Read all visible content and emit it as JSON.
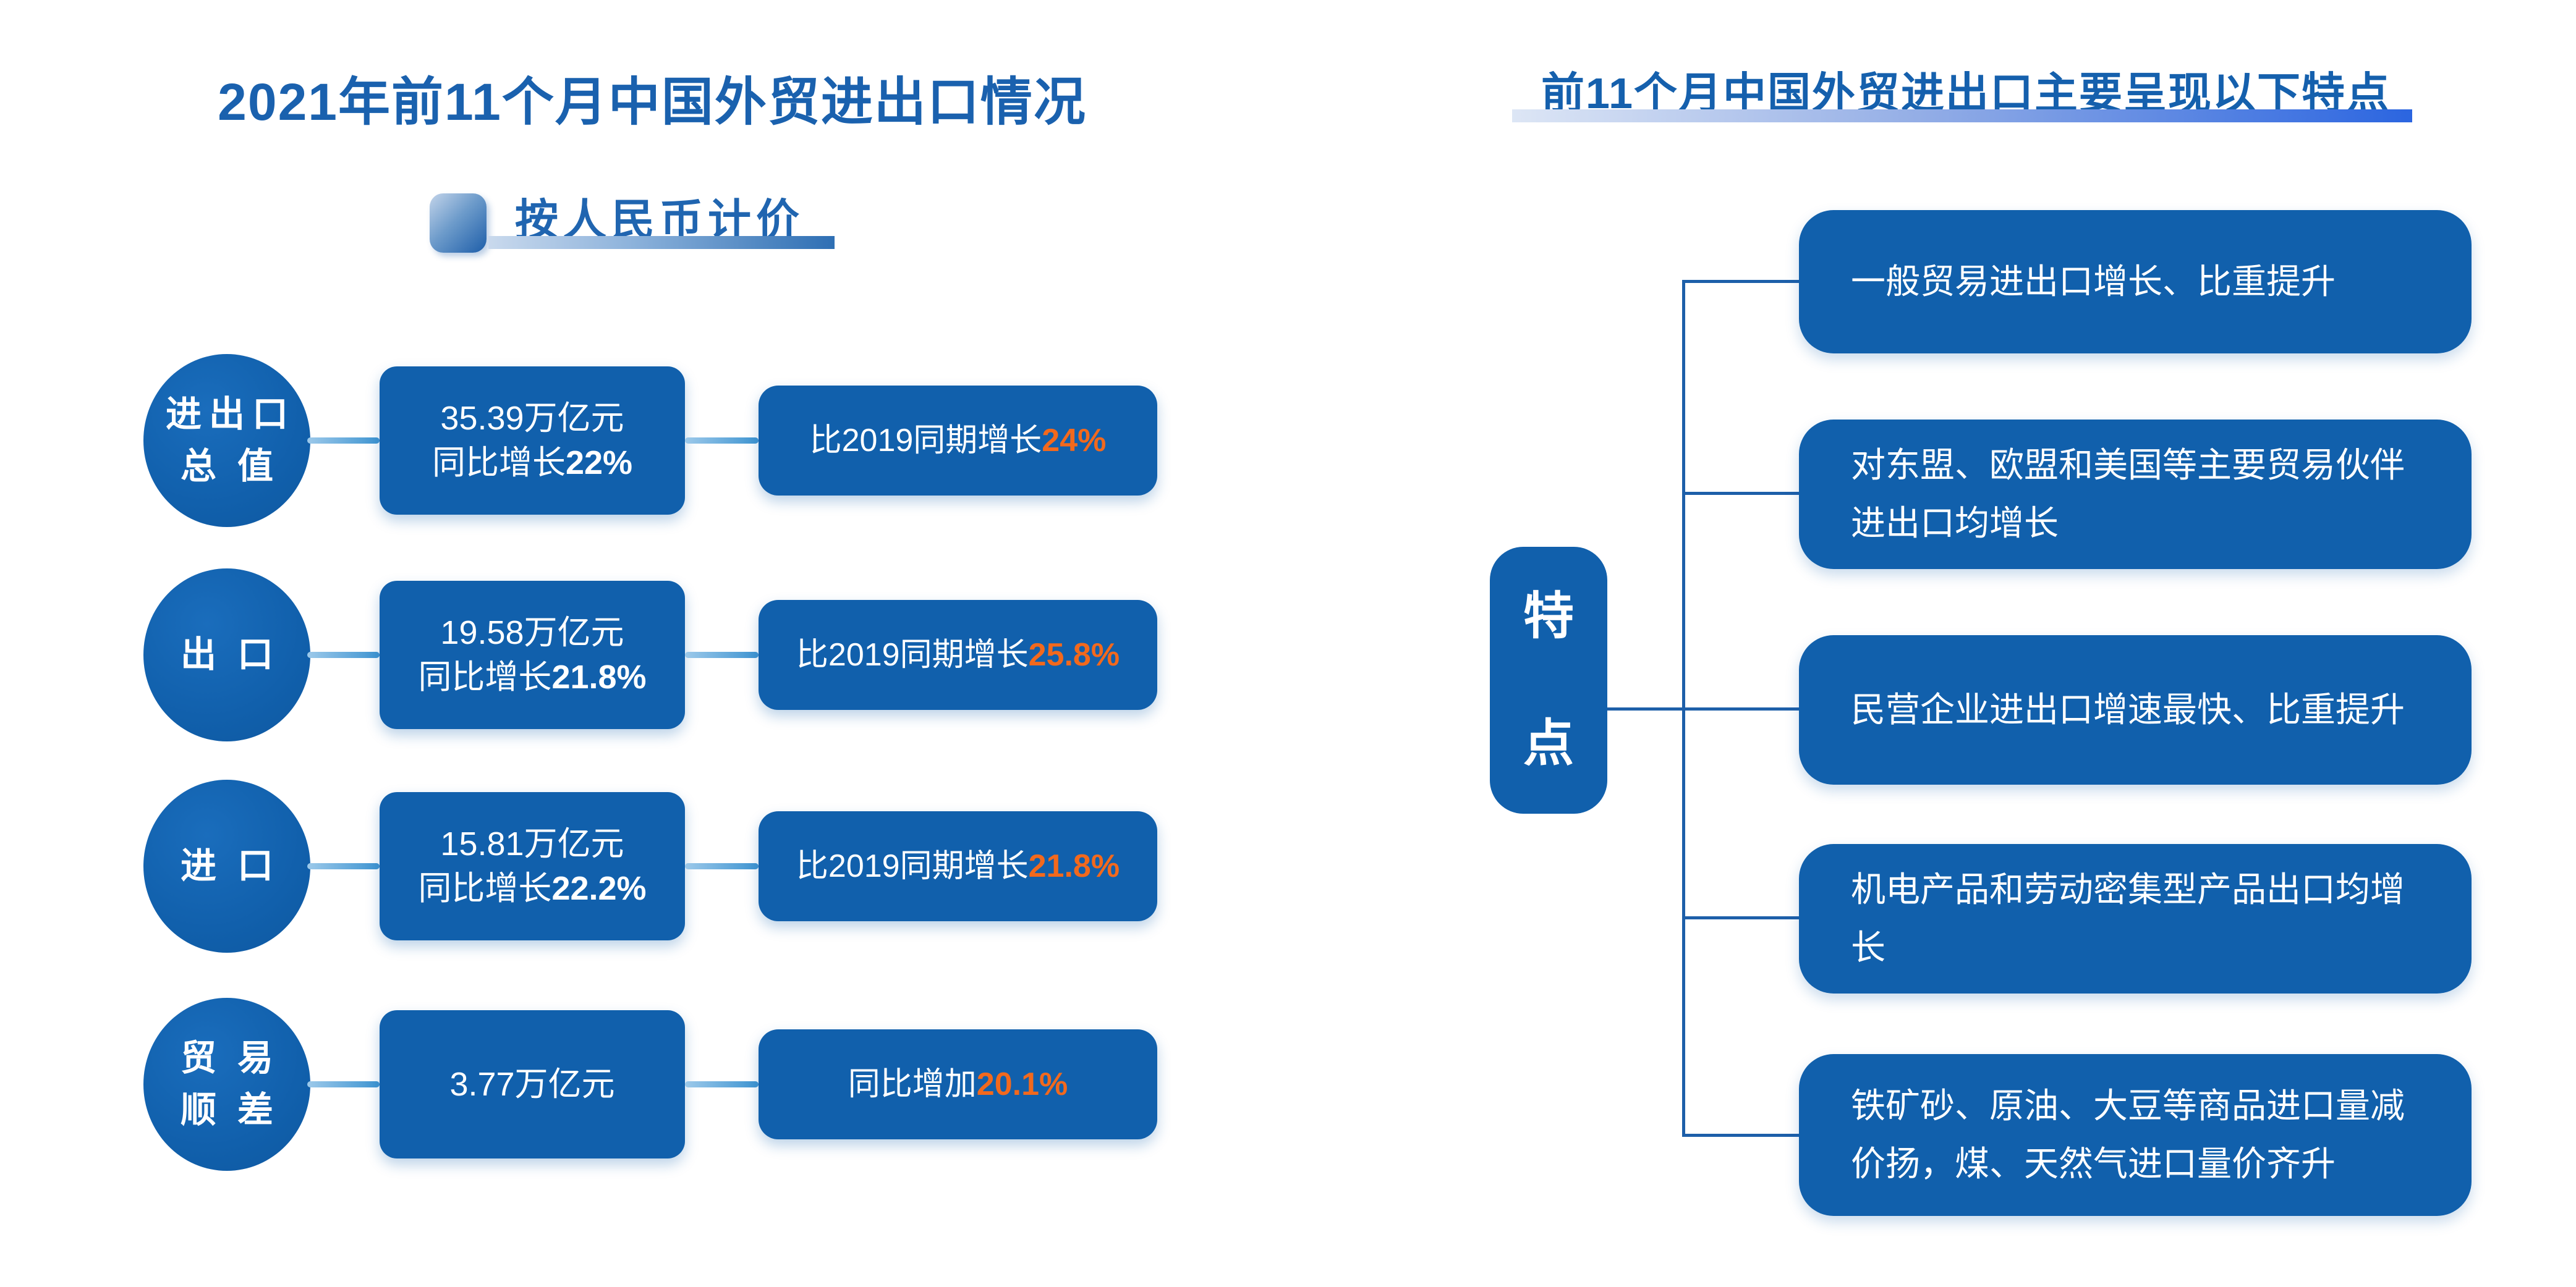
{
  "colors": {
    "primary_blue": "#1160AC",
    "title_blue": "#1A61AE",
    "accent_orange": "#F2691D",
    "line_blue": "#1D5FA9",
    "connector_blue": "#3E94D1",
    "background": "#FFFFFF"
  },
  "left": {
    "title": "2021年前11个月中国外贸进出口情况",
    "subtitle": "按人民币计价",
    "rows": [
      {
        "circle": [
          "进出口",
          "总值"
        ],
        "value": "35.39万亿元",
        "growth_prefix": "同比增长",
        "growth_value": "22%",
        "compare_prefix": "比2019同期增长",
        "compare_value": "24%"
      },
      {
        "circle": [
          "出口"
        ],
        "value": "19.58万亿元",
        "growth_prefix": "同比增长",
        "growth_value": "21.8%",
        "compare_prefix": "比2019同期增长",
        "compare_value": "25.8%"
      },
      {
        "circle": [
          "进口"
        ],
        "value": "15.81万亿元",
        "growth_prefix": "同比增长",
        "growth_value": "22.2%",
        "compare_prefix": "比2019同期增长",
        "compare_value": "21.8%"
      },
      {
        "circle": [
          "贸易",
          "顺差"
        ],
        "value": "3.77万亿元",
        "compare_prefix": "同比增加",
        "compare_value": "20.1%"
      }
    ]
  },
  "right": {
    "title": "前11个月中国外贸进出口主要呈现以下特点",
    "node": [
      "特",
      "点"
    ],
    "features": [
      "一般贸易进出口增长、比重提升",
      "对东盟、欧盟和美国等主要贸易伙伴进出口均增长",
      "民营企业进出口增速最快、比重提升",
      "机电产品和劳动密集型产品出口均增长",
      "铁矿砂、原油、大豆等商品进口量减价扬，煤、天然气进口量价齐升"
    ]
  }
}
